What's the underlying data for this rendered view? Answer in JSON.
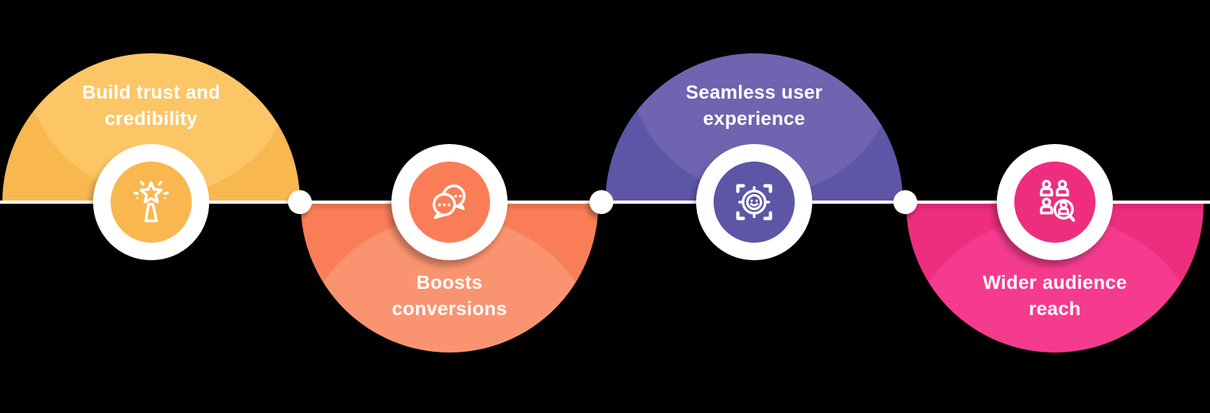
{
  "diagram": {
    "background_color": "#000000",
    "connector": {
      "line_color": "#FFFFFF",
      "dot_color": "#FFFFFF",
      "dot_count": 3
    },
    "badge_ring_color": "#FFFFFF",
    "text_color": "#FFFFFF",
    "steps": [
      {
        "label": "Build trust and credibility",
        "icon": "magic-wand-icon",
        "color": "#F9B750",
        "color_light": "#FCC667",
        "direction": "up"
      },
      {
        "label": "Boosts conversions",
        "icon": "chat-bubbles-icon",
        "color": "#F97E57",
        "color_light": "#FA9470",
        "direction": "down"
      },
      {
        "label": "Seamless user experience",
        "icon": "target-smiley-icon",
        "color": "#5D55A6",
        "color_light": "#6E64B0",
        "direction": "up"
      },
      {
        "label": "Wider audience reach",
        "icon": "audience-search-icon",
        "color": "#EE2D7F",
        "color_light": "#F53B8E",
        "direction": "down"
      }
    ]
  }
}
